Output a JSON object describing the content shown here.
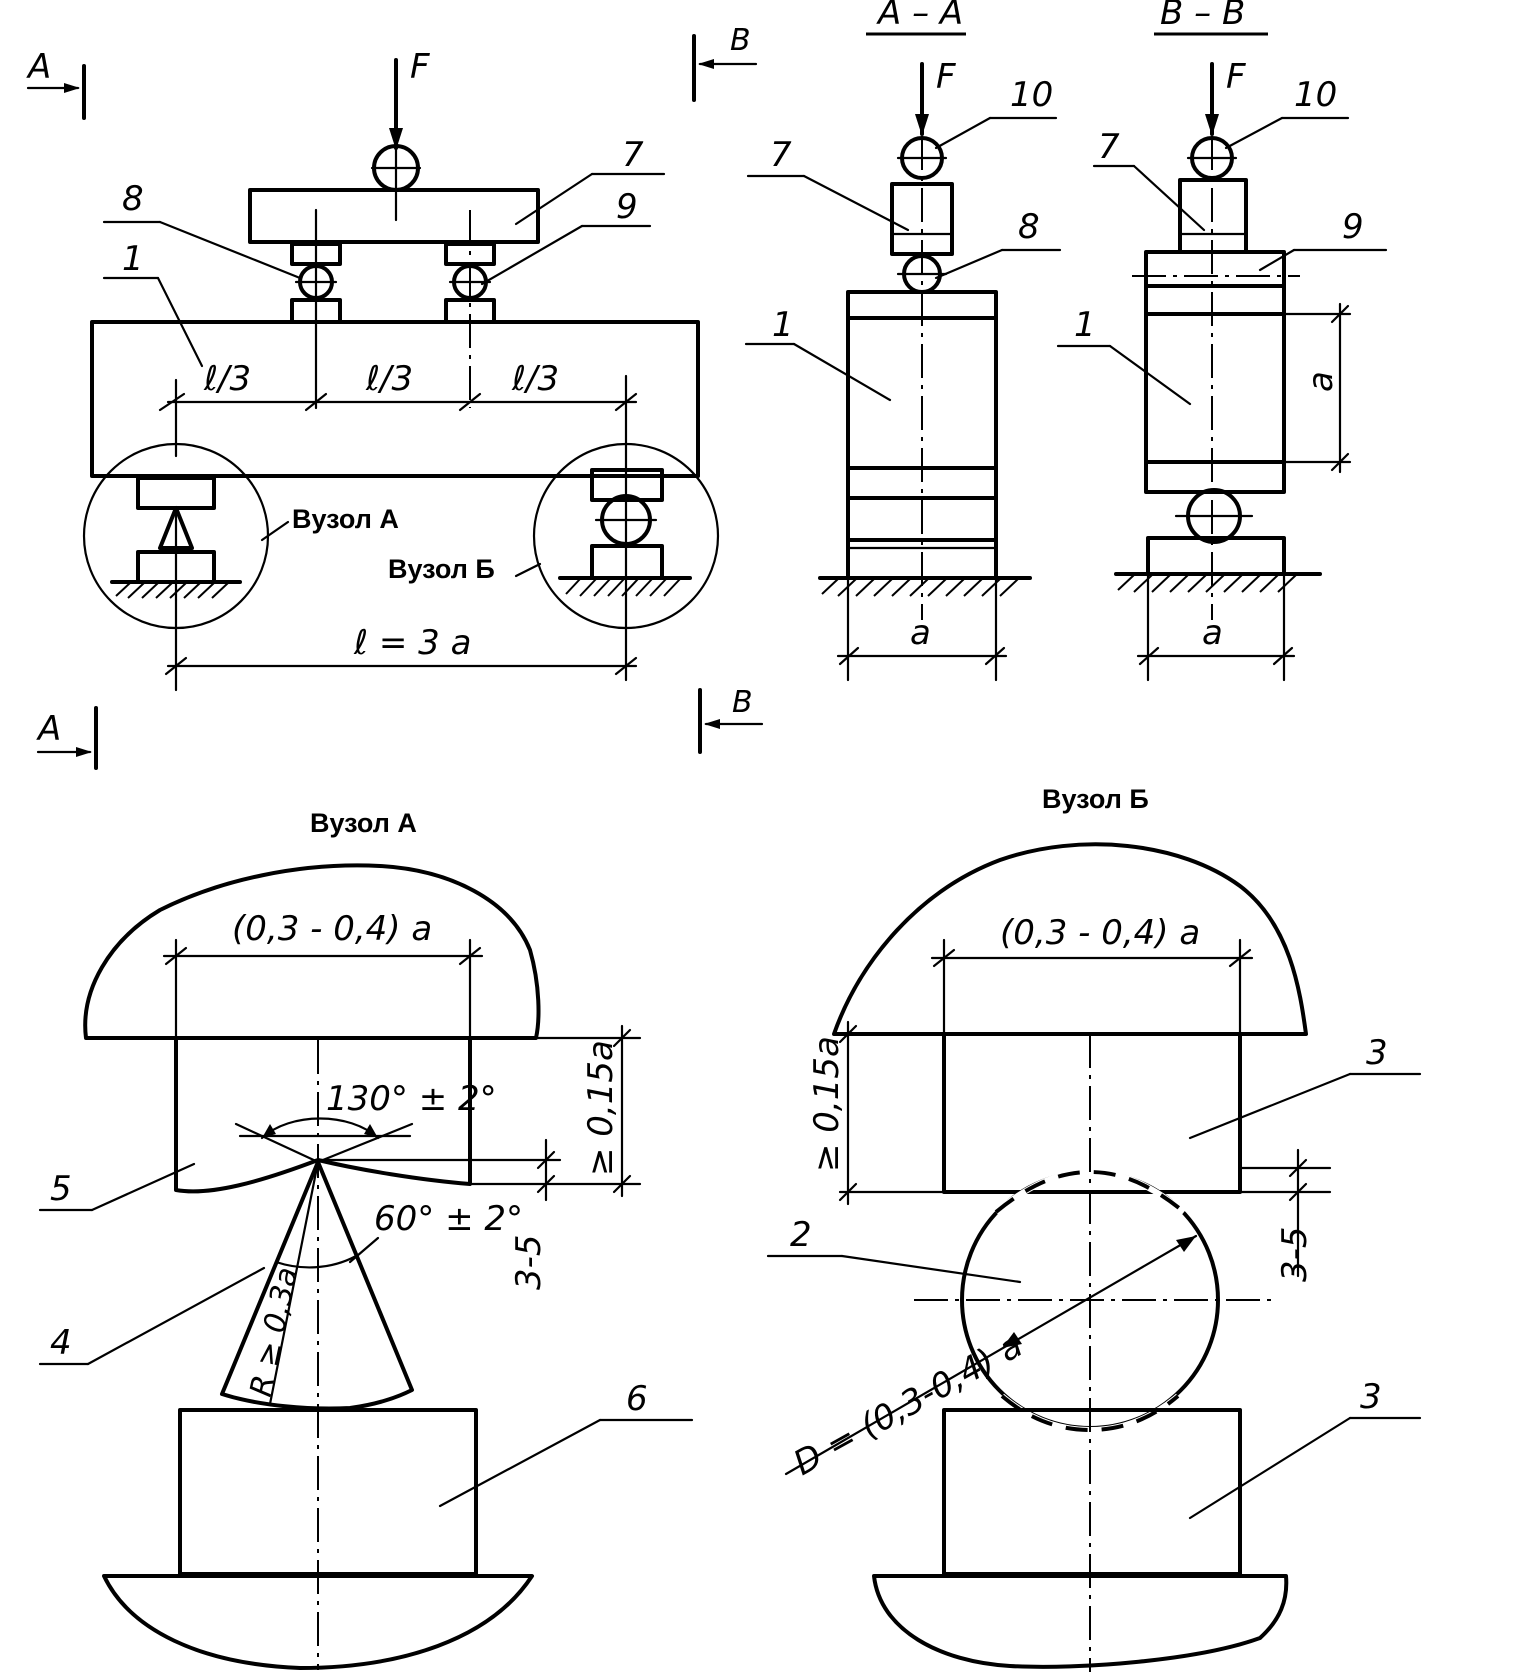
{
  "labels": {
    "section_a_marker": "A",
    "section_b_marker": "B",
    "section_aa_title": "A – A",
    "section_bb_title": "B – B",
    "force": "F",
    "third_span": "ℓ/3",
    "span": "ℓ = 3 a",
    "dim_a": "a",
    "node_a_ref": "Вузол А",
    "node_b_ref": "Вузол Б",
    "node_a_title": "Вузол А",
    "node_b_title": "Вузол Б",
    "width_range_a": "(0,3 - 0,4) a",
    "width_range_b": "(0,3 - 0,4) a",
    "height_min_a": "≥ 0,15a",
    "height_min_b": "≥ 0,15a",
    "gap_a": "3-5",
    "gap_b": "3-5",
    "angle_top": "130° ± 2°",
    "angle_tip": "60° ± 2°",
    "radius": "R ≥ 0,3a",
    "diameter": "D = (0,3-0,4) a"
  },
  "callouts": {
    "specimen": "1",
    "roller": "2",
    "plate": "3",
    "knife_edge": "4",
    "knife_top_plate": "5",
    "knife_base": "6",
    "traverse": "7",
    "roller_left": "8",
    "roller_right": "9",
    "load_ball": "10"
  }
}
